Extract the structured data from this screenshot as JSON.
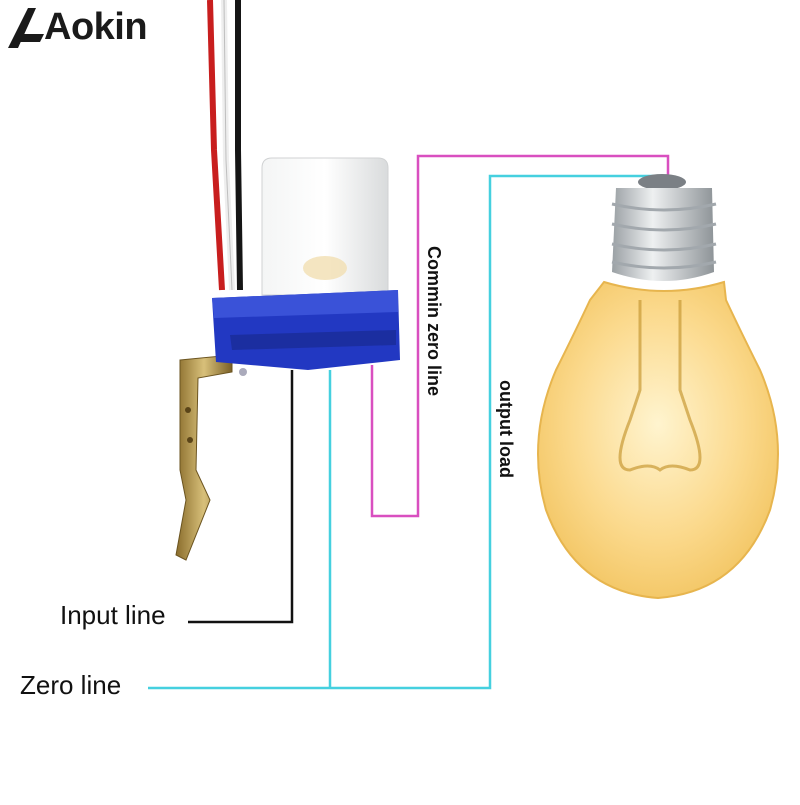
{
  "brand": {
    "name": "Aokin"
  },
  "labels": {
    "input_line": "Input line",
    "zero_line": "Zero line",
    "commin_zero_line": "Commin zero line",
    "output_load": "output load"
  },
  "colors": {
    "input_wire": "#111111",
    "zero_wire": "#45d0df",
    "common_wire": "#d94fc0",
    "sensor_body": "#2238c2",
    "sensor_cap": "#eceeee",
    "bulb_glass": "#f6cf7a",
    "bracket": "#b59a4a"
  }
}
